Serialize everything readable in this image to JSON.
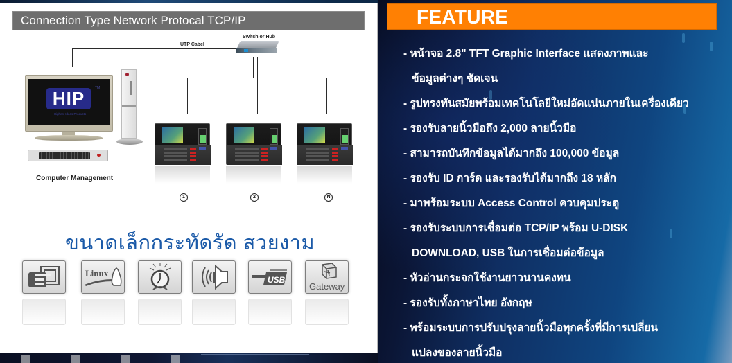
{
  "left_panel": {
    "header": "Connection Type Network Protocal TCP/IP",
    "diagram": {
      "cable_label": "UTP Cabel",
      "switch_label": "Switch or Hub",
      "computer_label": "Computer Management",
      "monitor_logo": "HIP",
      "monitor_logo_sub": "Highest Ideas Products",
      "monitor_logo_tm": "TM",
      "devices": [
        {
          "number": "1"
        },
        {
          "number": "2"
        },
        {
          "number": "N"
        }
      ]
    },
    "tagline": "ขนาดเล็กกระทัดรัด สวยงาม",
    "feature_icons": [
      {
        "name": "card-reader-icon",
        "label": ""
      },
      {
        "name": "linux-icon",
        "label": "Linux"
      },
      {
        "name": "alarm-clock-icon",
        "label": ""
      },
      {
        "name": "speaker-icon",
        "label": ""
      },
      {
        "name": "usb-icon",
        "label": "USB"
      },
      {
        "name": "gateway-icon",
        "label": "Gateway"
      }
    ]
  },
  "right_panel": {
    "header": "FEATURE",
    "features": [
      {
        "line1": "- หน้าจอ 2.8\" TFT Graphic Interface แสดงภาพและ",
        "line2": "ข้อมูลต่างๆ ชัดเจน"
      },
      {
        "line1": "- รูปทรงทันสมัยพร้อมเทคโนโลยีใหม่อัดแน่นภายในเครื่องเดียว"
      },
      {
        "line1": "- รองรับลายนิ้วมือถึง 2,000 ลายนิ้วมือ"
      },
      {
        "line1": "- สามารถบันทึกข้อมูลได้มากถึง 100,000 ข้อมูล"
      },
      {
        "line1": "- รองรับ ID การ์ด และรองรับได้มากถึง 18 หลัก"
      },
      {
        "line1": "- มาพร้อมระบบ Access Control ควบคุมประตู"
      },
      {
        "line1": "- รองรับระบบการเชื่อมต่อ TCP/IP พร้อม U-DISK",
        "line2": "DOWNLOAD, USB ในการเชื่อมต่อข้อมูล"
      },
      {
        "line1": "- หัวอ่านกระจกใช้งานยาวนานคงทน"
      },
      {
        "line1": "- รองรับทั้งภาษาไทย อังกฤษ"
      },
      {
        "line1": "- พร้อมระบบการปรับปรุงลายนิ้วมือทุกครั้งที่มีการเปลี่ยน",
        "line2": "แปลงของลายนิ้วมือ"
      }
    ]
  },
  "colors": {
    "header_gray": "#6e6e6e",
    "feature_orange": "#ff8003",
    "tagline_blue": "#1b5aa8",
    "panel_navy": "#0b1636",
    "panel_blue": "#0f4580"
  }
}
